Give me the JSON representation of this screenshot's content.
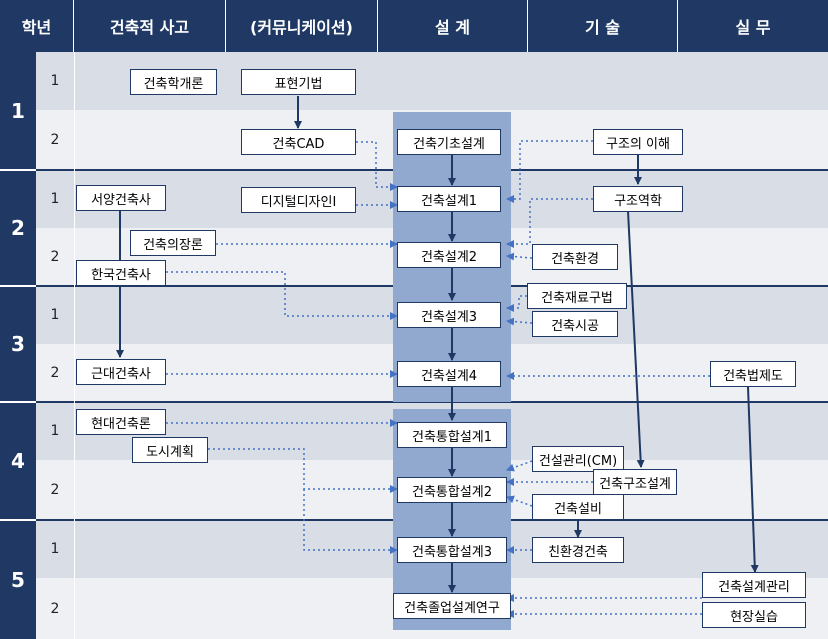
{
  "header": {
    "year": "학년",
    "col_thinking": "건축적 사고",
    "col_comm": "(커뮤니케이션)",
    "col_design": "설 계",
    "col_tech": "기 술",
    "col_practice": "실 무"
  },
  "years": [
    "1",
    "2",
    "3",
    "4",
    "5"
  ],
  "semesters": [
    "1",
    "2"
  ],
  "courses": {
    "intro": "건축학개론",
    "expression": "표현기법",
    "cad": "건축CAD",
    "digital": "디지털디자인I",
    "basic_design": "건축기초설계",
    "design1": "건축설계1",
    "design2": "건축설계2",
    "design3": "건축설계3",
    "design4": "건축설계4",
    "integ1": "건축통합설계1",
    "integ2": "건축통합설계2",
    "integ3": "건축통합설계3",
    "graduation": "건축졸업설계연구",
    "western": "서양건축사",
    "costume": "건축의장론",
    "korean": "한국건축사",
    "modern": "근대건축사",
    "contemporary": "현대건축론",
    "urban": "도시계획",
    "structure_understand": "구조의 이해",
    "structural_mech": "구조역학",
    "environment": "건축환경",
    "materials": "건축재료구법",
    "construction": "건축시공",
    "cm": "건설관리(CM)",
    "structural_design": "건축구조설계",
    "equipment": "건축설비",
    "eco": "친환경건축",
    "law": "건축법제도",
    "design_mgmt": "건축설계관리",
    "practice": "현장실습"
  },
  "colors": {
    "header_bg": "#1f3864",
    "band_dark": "#d9dde6",
    "band_light": "#eef0f4",
    "design_spine": "#92a9cf",
    "arrow": "#1f3864",
    "dotted_arrow": "#4472c4"
  }
}
